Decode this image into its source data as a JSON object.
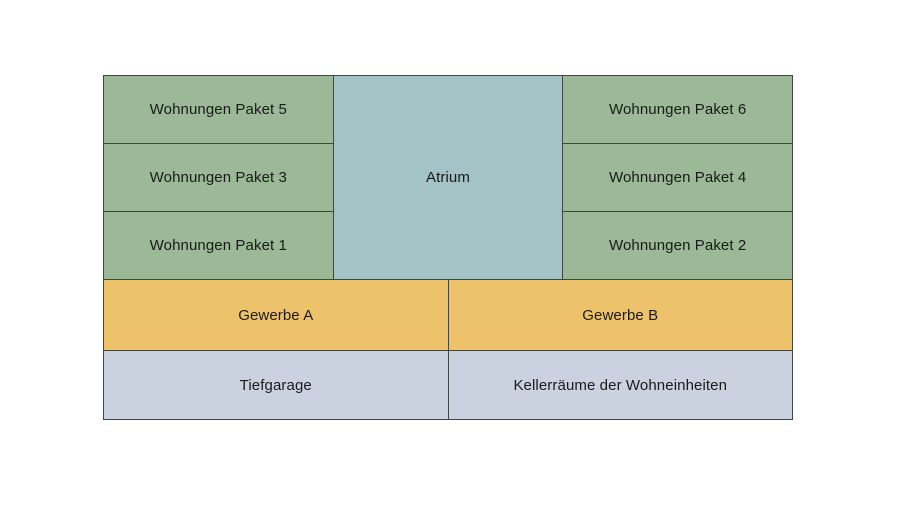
{
  "diagram": {
    "residential_left": [
      "Wohnungen Paket 5",
      "Wohnungen Paket 3",
      "Wohnungen Paket 1"
    ],
    "atrium": "Atrium",
    "residential_right": [
      "Wohnungen Paket 6",
      "Wohnungen Paket 4",
      "Wohnungen Paket 2"
    ],
    "commercial": [
      "Gewerbe A",
      "Gewerbe B"
    ],
    "basement": [
      "Tiefgarage",
      "Kellerräume der Wohneinheiten"
    ],
    "colors": {
      "residential": "#9bb897",
      "atrium": "#a4c3c7",
      "commercial": "#ecc36b",
      "basement": "#cad2e0",
      "border": "#444444",
      "text": "#1a1a1a",
      "background": "#ffffff"
    }
  }
}
